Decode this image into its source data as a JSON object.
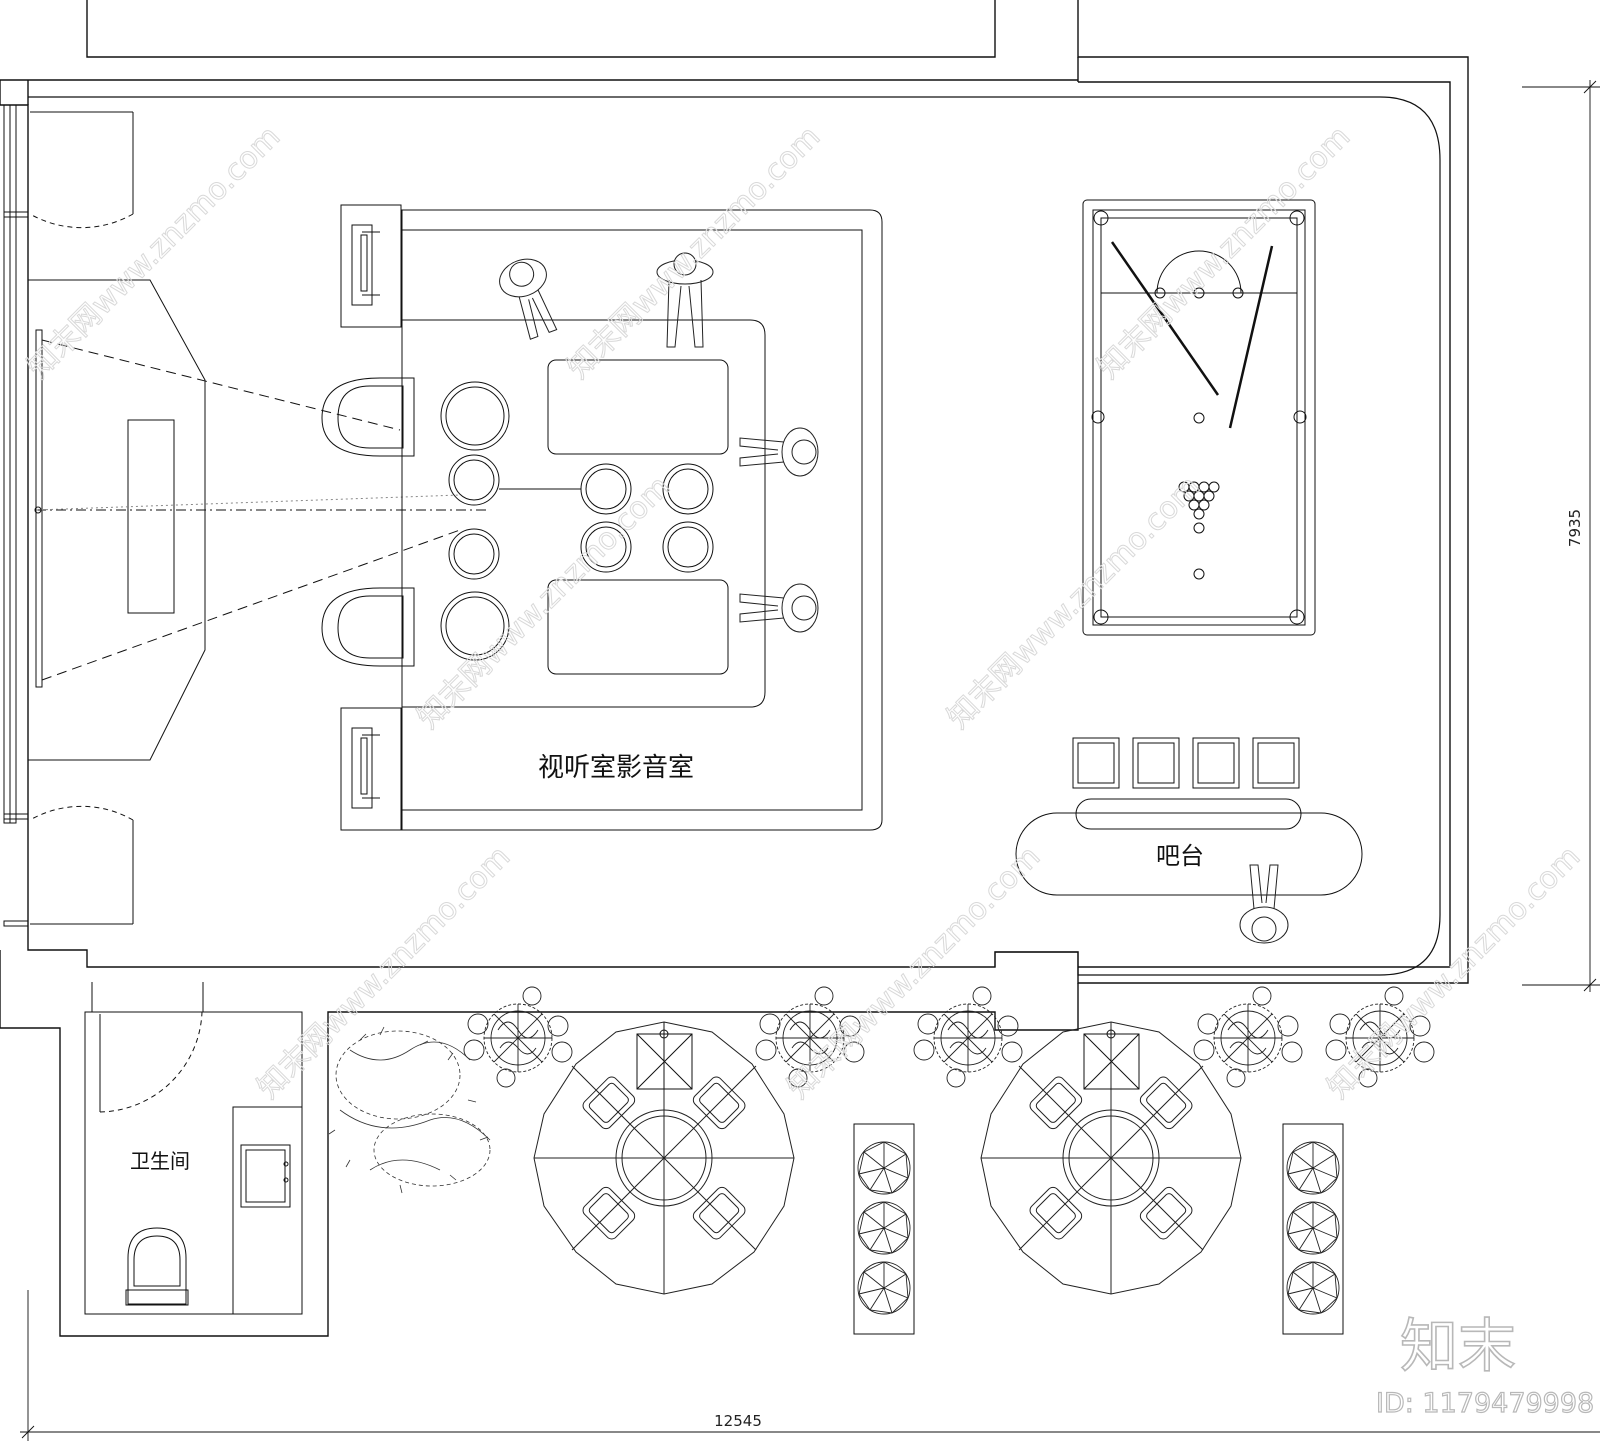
{
  "rooms": {
    "av_room": "视听室影音室",
    "bar": "吧台",
    "bathroom": "卫生间"
  },
  "dimensions": {
    "width": "12545",
    "height": "7935"
  },
  "branding": {
    "logo": "知末",
    "id": "ID: 1179479998",
    "watermark": "知末网www.znzmo.com"
  }
}
